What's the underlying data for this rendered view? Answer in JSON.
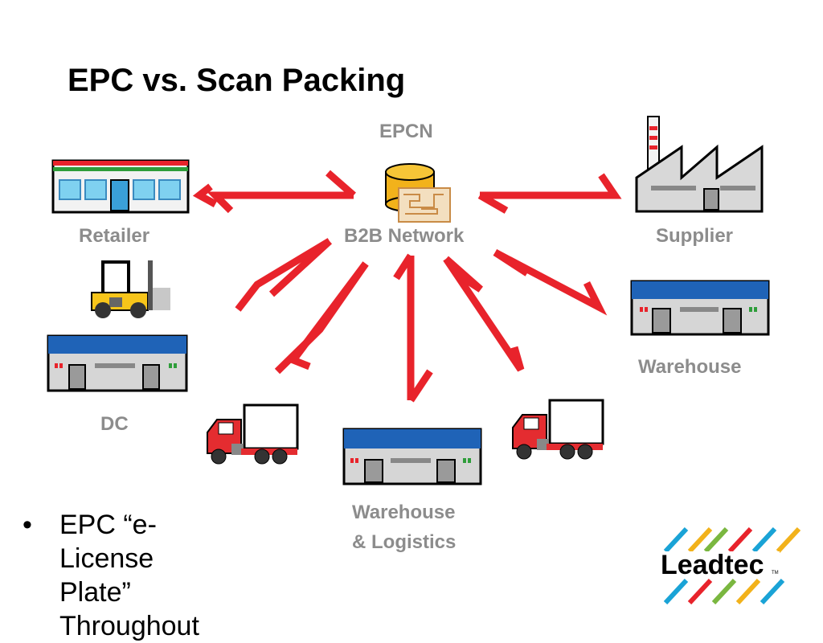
{
  "title": "EPC vs. Scan Packing",
  "nodes": {
    "epcn": "EPCN",
    "b2b": "B2B Network",
    "retailer": "Retailer",
    "supplier": "Supplier",
    "warehouse_right": "Warehouse",
    "dc": "DC",
    "warehouse_logistics_line1": "Warehouse",
    "warehouse_logistics_line2": "& Logistics"
  },
  "bullet": {
    "marker": "•",
    "line1": "EPC “e-License",
    "line2": "Plate” Throughout"
  },
  "logo": {
    "text": "Leadtec",
    "tm": "TM"
  },
  "colors": {
    "arrow": "#e8232b",
    "warehouse_roof": "#1f63b7",
    "label": "#8c8c8c",
    "truck": "#e42c30"
  }
}
